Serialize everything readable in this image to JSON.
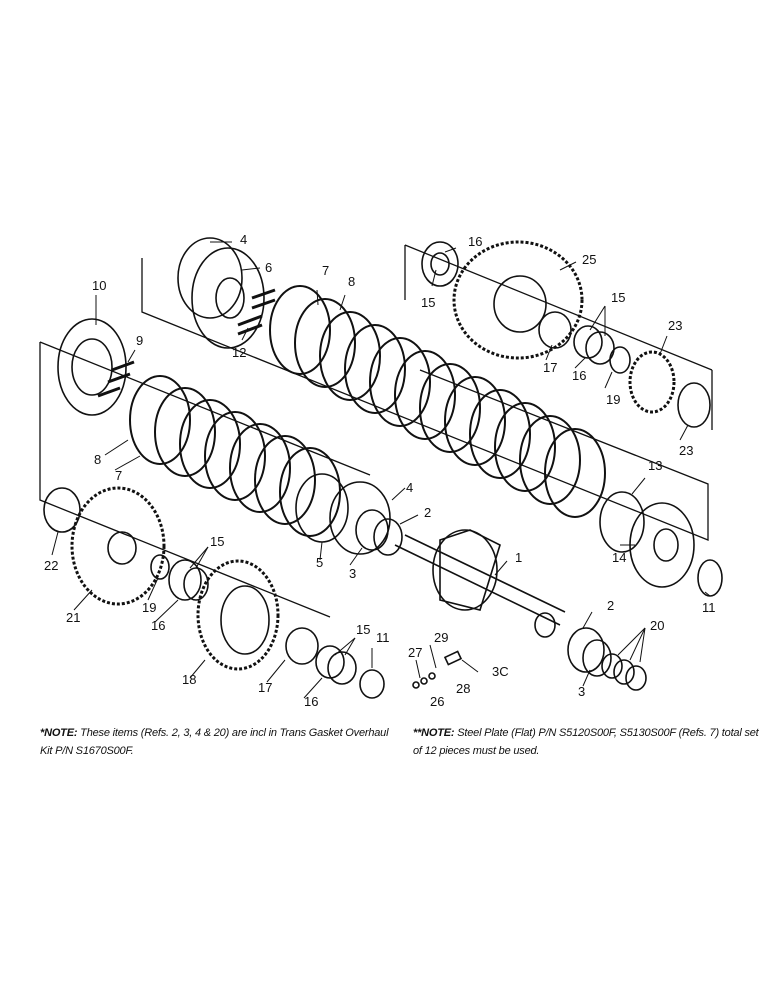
{
  "diagram": {
    "callouts": [
      "1",
      "2",
      "3",
      "4",
      "5",
      "6",
      "7",
      "8",
      "9",
      "10",
      "11",
      "12",
      "13",
      "14",
      "15",
      "16",
      "17",
      "18",
      "19",
      "20",
      "21",
      "22",
      "23",
      "25",
      "26",
      "27",
      "28",
      "29",
      "3C"
    ]
  },
  "notes": {
    "left_label": "*NOTE:",
    "left_text": "These items (Refs. 2, 3, 4 & 20) are incl in Trans Gasket Overhaul Kit P/N S1670S00F.",
    "right_label": "**NOTE:",
    "right_text": "Steel Plate (Flat) P/N S5120S00F, S5130S00F (Refs. 7) total set of 12 pieces must be used."
  }
}
